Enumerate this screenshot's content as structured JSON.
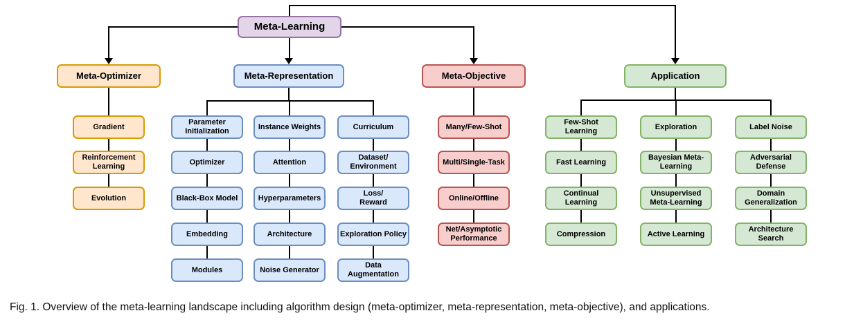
{
  "figure": {
    "caption": "Fig. 1. Overview of the meta-learning landscape including algorithm design (meta-optimizer, meta-representation, meta-objective), and applications."
  },
  "palette": {
    "purple": {
      "fill": "#E1D5E7",
      "stroke": "#9673A6"
    },
    "orange": {
      "fill": "#FFE6CC",
      "stroke": "#D79B00"
    },
    "blue": {
      "fill": "#DAE8FC",
      "stroke": "#6C8EBF"
    },
    "red": {
      "fill": "#F8CECC",
      "stroke": "#B85450"
    },
    "green": {
      "fill": "#D5E8D4",
      "stroke": "#82B366"
    },
    "line": "#000000"
  },
  "tree": {
    "root": {
      "label": "Meta-Learning",
      "color": "purple"
    },
    "branches": [
      {
        "id": "meta-optimizer",
        "label": "Meta-Optimizer",
        "color": "orange",
        "columns": [
          [
            "Gradient",
            "Reinforcement Learning",
            "Evolution"
          ]
        ]
      },
      {
        "id": "meta-representation",
        "label": "Meta-Representation",
        "color": "blue",
        "columns": [
          [
            "Parameter Initialization",
            "Optimizer",
            "Black-Box Model",
            "Embedding",
            "Modules"
          ],
          [
            "Instance Weights",
            "Attention",
            "Hyperparameters",
            "Architecture",
            "Noise Generator"
          ],
          [
            "Curriculum",
            "Dataset/\nEnvironment",
            "Loss/\nReward",
            "Exploration Policy",
            "Data Augmentation"
          ]
        ]
      },
      {
        "id": "meta-objective",
        "label": "Meta-Objective",
        "color": "red",
        "columns": [
          [
            "Many/Few-Shot",
            "Multi/Single-Task",
            "Online/Offline",
            "Net/Asymptotic Performance"
          ]
        ]
      },
      {
        "id": "application",
        "label": "Application",
        "color": "green",
        "columns": [
          [
            "Few-Shot Learning",
            "Fast Learning",
            "Continual Learning",
            "Compression"
          ],
          [
            "Exploration",
            "Bayesian Meta-Learning",
            "Unsupervised Meta-Learning",
            "Active Learning"
          ],
          [
            "Label Noise",
            "Adversarial Defense",
            "Domain Generalization",
            "Architecture Search"
          ]
        ]
      }
    ]
  }
}
